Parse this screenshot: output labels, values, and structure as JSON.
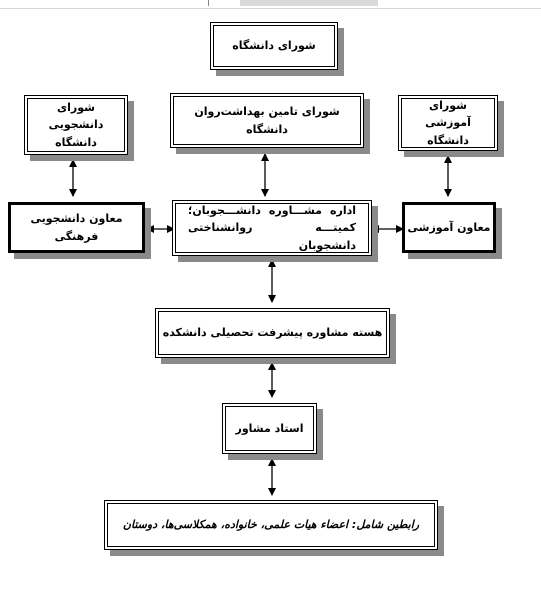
{
  "nodes": {
    "council_university": "شورای دانشگاه",
    "council_students": "شورای دانشجویی دانشگاه",
    "council_mental_health": "شورای تامین بهداشت‌روان دانشگاه",
    "council_education": "شورای آموزشی دانشگاه",
    "vp_student_culture": "معاون دانشجویی فرهنگی",
    "counseling_office": "اداره مشـــاوره دانشـــجوبان؛ کمیتـــه روانشناختی دانشجوبان",
    "vp_education": "معاون آموزشی",
    "faculty_core": "هسته مشاوره پیشرفت تحصیلی دانشکده",
    "advisor": "استاد مشاور",
    "liaisons": "رابطین شامل: اعضاء هیات علمی، خانواده، همکلاسی‌ها، دوستان"
  }
}
